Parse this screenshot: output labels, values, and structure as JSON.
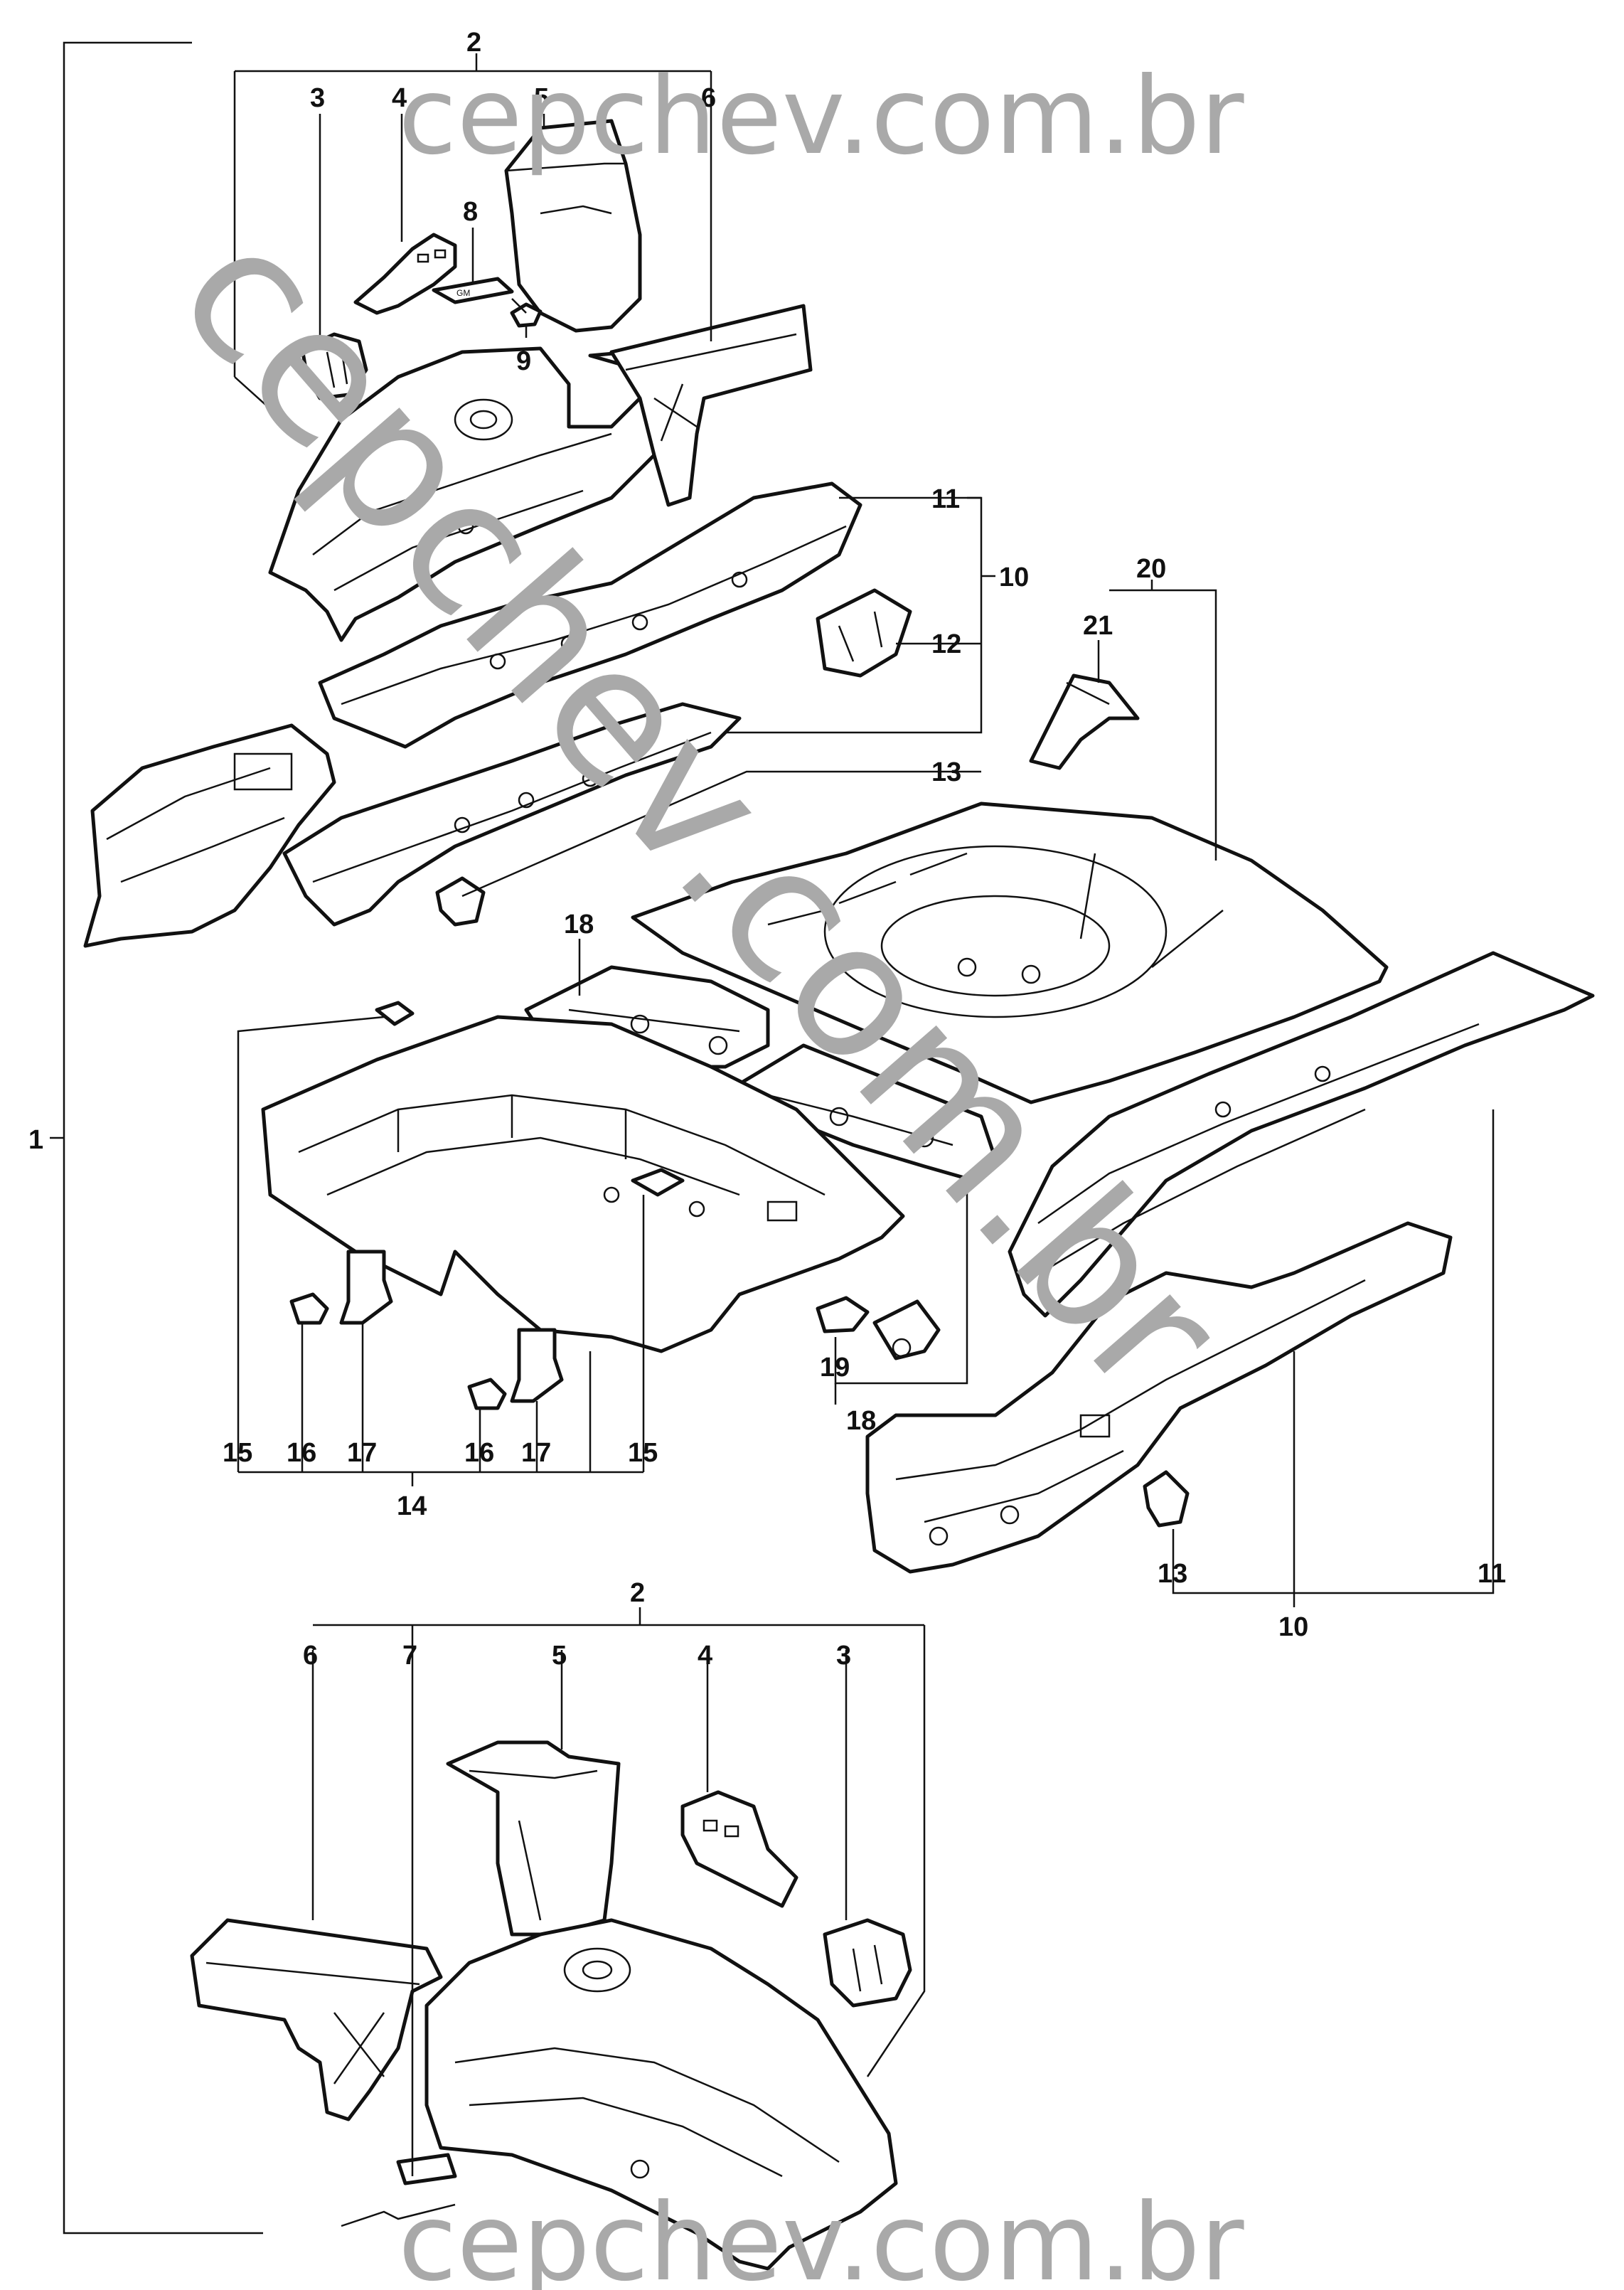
{
  "watermarks": {
    "top": "cepchev.com.br",
    "diagonal": "cepchev.com.br",
    "bottom": "cepchev.com.br"
  },
  "callouts": {
    "c1": "1",
    "c2_top": "2",
    "c3_top": "3",
    "c4_top": "4",
    "c5_top": "5",
    "c6_top": "6",
    "c8": "8",
    "c9": "9",
    "c11_top": "11",
    "c10_top": "10",
    "c12": "12",
    "c13_top": "13",
    "c20": "20",
    "c21": "21",
    "c18_top": "18",
    "c19": "19",
    "c18_bottom": "18",
    "c15_left": "15",
    "c16_left": "16",
    "c17_left": "17",
    "c16_right": "16",
    "c17_right": "17",
    "c15_right": "15",
    "c14": "14",
    "c13_bottom": "13",
    "c10_bottom": "10",
    "c11_bottom": "11",
    "c2_bottom": "2",
    "c6_bottom": "6",
    "c7": "7",
    "c5_bottom": "5",
    "c4_bottom": "4",
    "c3_bottom": "3",
    "stamp_text": "GM"
  },
  "colors": {
    "ink": "#111111",
    "watermark": "#a9a9a9",
    "background": "#ffffff"
  }
}
